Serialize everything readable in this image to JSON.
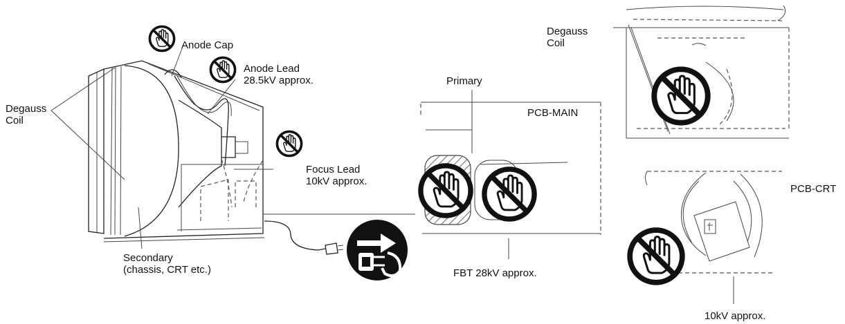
{
  "labels": {
    "degauss_coil_left": [
      "Degauss",
      "Coil"
    ],
    "anode_cap": "Anode Cap",
    "anode_lead": [
      "Anode Lead",
      "28.5kV approx."
    ],
    "focus_lead": [
      "Focus Lead",
      "10kV approx."
    ],
    "secondary": [
      "Secondary",
      "(chassis, CRT etc.)"
    ],
    "primary": "Primary",
    "pcb_main": "PCB-MAIN",
    "fbt": "FBT 28kV approx.",
    "degauss_coil_right": [
      "Degauss",
      "Coil"
    ],
    "pcb_crt": "PCB-CRT",
    "crt_voltage": "10kV approx."
  },
  "icons": {
    "no_touch": "no-touch-icon",
    "unplug": "unplug-icon"
  },
  "colors": {
    "line": "#222222",
    "symbol_fill": "#111111",
    "background": "#ffffff"
  }
}
